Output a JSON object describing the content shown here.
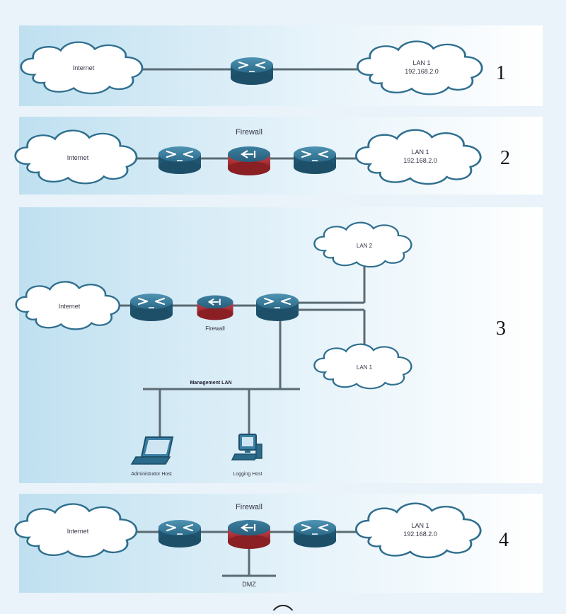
{
  "panels": [
    {
      "number": "1",
      "internet_label": "Internet",
      "lan_label": "LAN 1",
      "lan_address": "192.168.2.0"
    },
    {
      "number": "2",
      "internet_label": "Internet",
      "firewall_label": "Firewall",
      "lan_label": "LAN 1",
      "lan_address": "192.168.2.0"
    },
    {
      "number": "3",
      "internet_label": "Internet",
      "firewall_label": "Firewall",
      "lan_top_label": "LAN 2",
      "lan_bottom_label": "LAN 1",
      "management_label": "Management LAN",
      "admin_host_label": "Administrator Host",
      "logging_host_label": "Logging Host"
    },
    {
      "number": "4",
      "internet_label": "Internet",
      "firewall_label": "Firewall",
      "lan_label": "LAN 1",
      "lan_address": "192.168.2.0",
      "dmz_label": "DMZ"
    }
  ],
  "colors": {
    "router": "#2f6f8f",
    "firewall": "#b8343a",
    "link": "#5b6b73",
    "background": "#e9f3f9"
  }
}
